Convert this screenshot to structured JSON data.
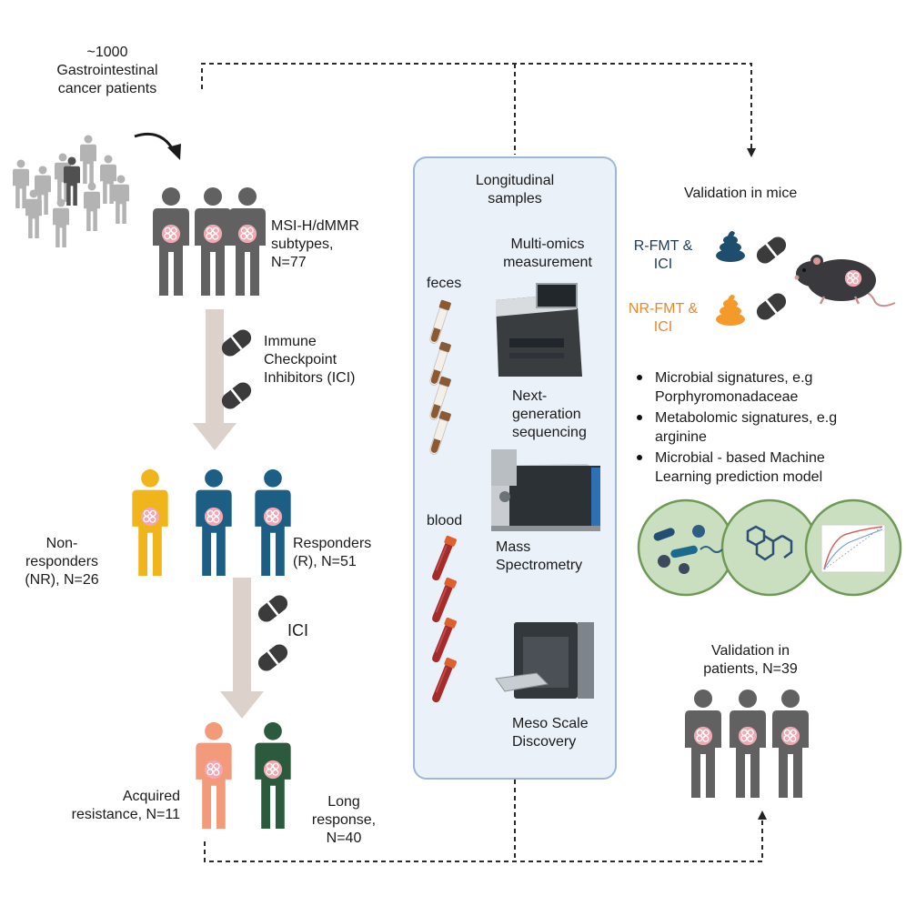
{
  "colors": {
    "crowd": "#b3b3b3",
    "patient": "#616161",
    "non_responder": "#f1b51c",
    "responder": "#1c5e84",
    "acquired_resistance": "#f29a7a",
    "long_response": "#2b5a3d",
    "tumor": "#f1a8b2",
    "panel_fill": "#eaf1f9",
    "panel_border": "#9db7d6",
    "flow_arrow": "#dcd1cb",
    "r_fmt_stool": "#1f4d6e",
    "nr_fmt_stool": "#f39a2a",
    "blood_tube": "#a52a2a",
    "circle_fill": "#c9dfc0",
    "circle_border": "#6f9a56"
  },
  "left": {
    "cohort": "~1000\nGastrointestinal\ncancer patients",
    "subtypes": "MSI-H/dMMR\nsubtypes,\nN=77",
    "treatment": "Immune\nCheckpoint\nInhibitors (ICI)",
    "non_responders": "Non-\nresponders\n(NR), N=26",
    "responders": "Responders\n(R), N=51",
    "treatment_short": "ICI",
    "acquired_resistance": "Acquired\nresistance, N=11",
    "long_response": "Long\nresponse,\nN=40"
  },
  "middle": {
    "title": "Longitudinal\nsamples",
    "omics": "Multi-omics\nmeasurement",
    "feces": "feces",
    "blood": "blood",
    "ngs": "Next-\ngeneration\nsequencing",
    "ms": "Mass\nSpectrometry",
    "msd": "Meso Scale\nDiscovery"
  },
  "right": {
    "mice_title": "Validation in mice",
    "r_fmt": "R-FMT &\nICI",
    "nr_fmt": "NR-FMT &\nICI",
    "findings": [
      "Microbial signatures, e.g\nPorphyromonadaceae",
      "Metabolomic signatures, e.g\narginine",
      "Microbial - based Machine\nLearning prediction model"
    ],
    "patients_title": "Validation in\npatients, N=39"
  }
}
